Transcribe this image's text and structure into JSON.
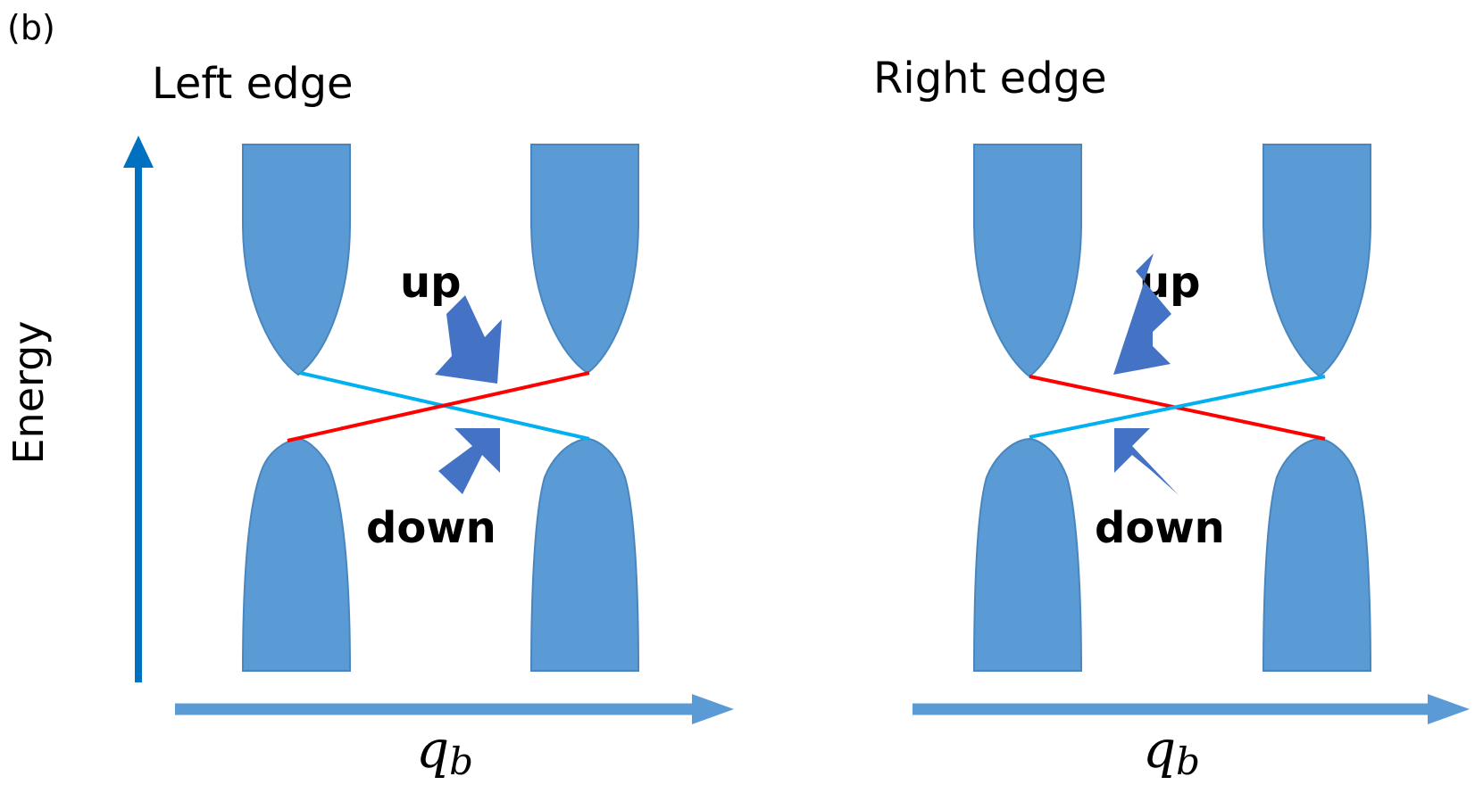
{
  "panel_label": "(b)",
  "y_axis_label": "Energy",
  "panels": [
    {
      "title": "Left edge",
      "up_label": "up",
      "down_label": "down",
      "x_axis_label": "q",
      "x_axis_subscript": "b"
    },
    {
      "title": "Right edge",
      "up_label": "up",
      "down_label": "down",
      "x_axis_label": "q",
      "x_axis_subscript": "b"
    }
  ],
  "colors": {
    "band_fill": "#5b9bd5",
    "axis_arrow": "#5b9bd5",
    "energy_arrow": "#0070c0",
    "pointer_arrow": "#4472c4",
    "spin_up_line": "#ff0000",
    "spin_down_line": "#00b0f0"
  }
}
